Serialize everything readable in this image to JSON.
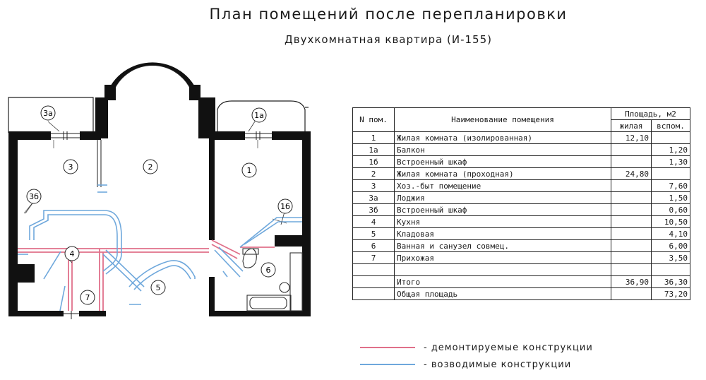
{
  "title": "План помещений после перепланировки",
  "subtitle": "Двухкомнатная квартира (И-155)",
  "colors": {
    "wall": "#111111",
    "demolished": "#e0708a",
    "new": "#6fa8dc",
    "line": "#222222"
  },
  "room_labels": [
    "3а",
    "1а",
    "3",
    "2",
    "1",
    "3б",
    "1б",
    "4",
    "6",
    "5",
    "7"
  ],
  "table": {
    "header": {
      "num": "N пом.",
      "name": "Наименование помещения",
      "area": "Площадь,  м2",
      "living": "жилая",
      "aux": "вспом."
    },
    "rows": [
      {
        "num": "1",
        "name": "Жилая комната (изолированная)",
        "living": "12,10",
        "aux": ""
      },
      {
        "num": "1а",
        "name": "Балкон",
        "living": "",
        "aux": "1,20"
      },
      {
        "num": "1б",
        "name": "Встроенный шкаф",
        "living": "",
        "aux": "1,30"
      },
      {
        "num": "2",
        "name": "Жилая комната (проходная)",
        "living": "24,80",
        "aux": ""
      },
      {
        "num": "3",
        "name": "Хоз.-быт помещение",
        "living": "",
        "aux": "7,60"
      },
      {
        "num": "3а",
        "name": "Лоджия",
        "living": "",
        "aux": "1,50"
      },
      {
        "num": "3б",
        "name": "Встроенный шкаф",
        "living": "",
        "aux": "0,60"
      },
      {
        "num": "4",
        "name": "Кухня",
        "living": "",
        "aux": "10,50"
      },
      {
        "num": "5",
        "name": "Кладовая",
        "living": "",
        "aux": "4,10"
      },
      {
        "num": "6",
        "name": "Ванная и санузел совмец.",
        "living": "",
        "aux": "6,00"
      },
      {
        "num": "7",
        "name": "Прихожая",
        "living": "",
        "aux": "3,50"
      },
      {
        "num": "",
        "name": "",
        "living": "",
        "aux": ""
      },
      {
        "num": "",
        "name": "Итого",
        "living": "36,90",
        "aux": "36,30"
      },
      {
        "num": "",
        "name": "Общая площадь",
        "living": "",
        "aux": "73,20"
      }
    ]
  },
  "legend": [
    {
      "label": "-  демонтируемые конструкции",
      "color": "#e0708a"
    },
    {
      "label": "-  возводимые конструкции",
      "color": "#6fa8dc"
    }
  ]
}
